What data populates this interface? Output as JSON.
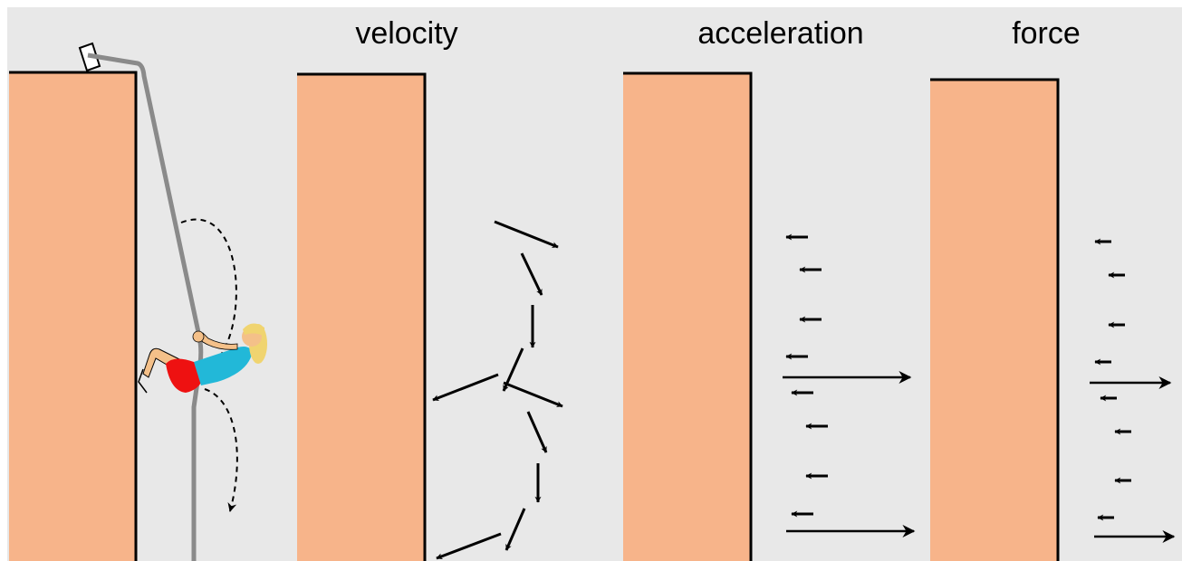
{
  "colors": {
    "background": "#e8e8e8",
    "wall": "#f7b48a",
    "edge": "#000000",
    "rope": "#8a8a8a",
    "skin": "#f4c089",
    "shirt": "#22b8d8",
    "shorts": "#ee1111",
    "hair": "#f0d470",
    "arrow": "#000000"
  },
  "panels": [
    {
      "id": "climber",
      "label": ""
    },
    {
      "id": "velocity",
      "label": "velocity"
    },
    {
      "id": "acceleration",
      "label": "acceleration"
    },
    {
      "id": "force",
      "label": "force"
    }
  ],
  "icons": {
    "anchor": "rope-anchor-icon",
    "climber": "climber-icon",
    "trajectory": "dashed-swing-path-icon"
  }
}
